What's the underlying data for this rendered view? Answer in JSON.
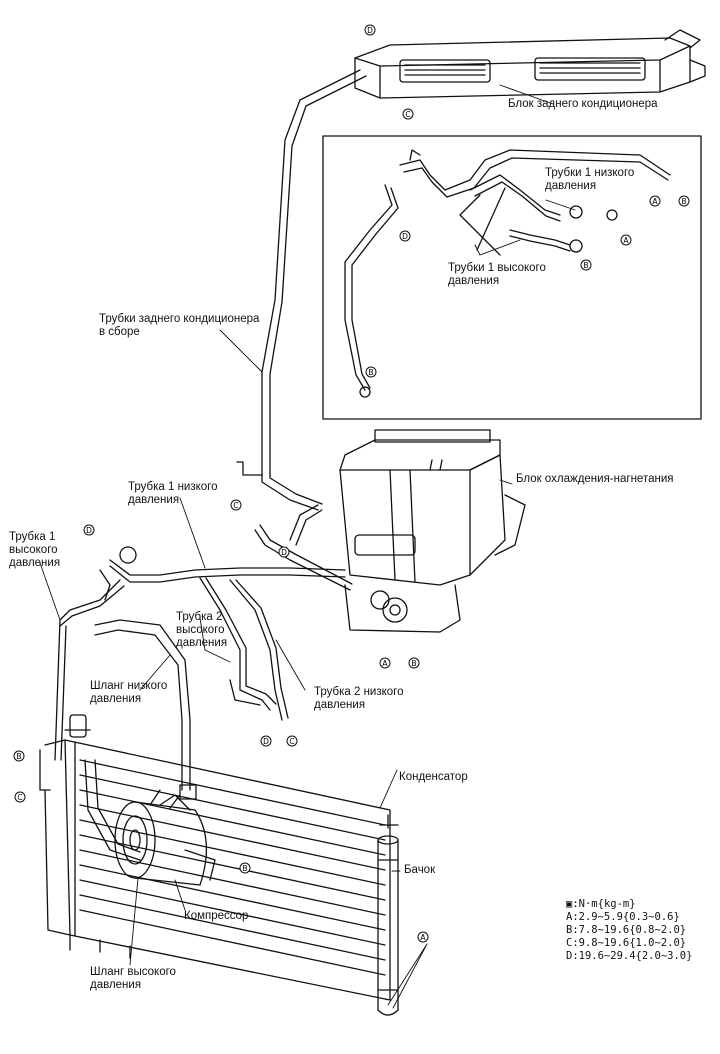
{
  "labels": {
    "rear_ac_unit": "Блок заднего кондиционера",
    "rear_ac_pipes": "Трубки заднего кондиционера\nв сборе",
    "inset_low_pipes": "Трубки 1 низкого\nдавления",
    "inset_high_pipes": "Трубки 1 высокого\nдавления",
    "cooling_blower_unit": "Блок охлаждения-нагнетания",
    "low_pipe_1": "Трубка 1 низкого\nдавления",
    "high_pipe_1": "Трубка 1\nвысокого\nдавления",
    "high_pipe_2": "Трубка 2\nвысокого\nдавления",
    "low_pipe_2": "Трубка 2 низкого\nдавления",
    "low_hose": "Шланг низкого\nдавления",
    "condenser": "Конденсатор",
    "receiver": "Бачок",
    "compressor": "Компрессор",
    "high_hose": "Шланг высокого\nдавления"
  },
  "legend": {
    "unit": "N·m{kg-m}",
    "items": [
      {
        "marker": "A",
        "text": ":2.9~5.9{0.3~0.6}"
      },
      {
        "marker": "B",
        "text": ":7.8~19.6{0.8~2.0}"
      },
      {
        "marker": "C",
        "text": ":9.8~19.6{1.0~2.0}"
      },
      {
        "marker": "D",
        "text": ":19.6~29.4{2.0~3.0}"
      }
    ]
  },
  "markers": [
    "A",
    "B",
    "C",
    "D"
  ]
}
